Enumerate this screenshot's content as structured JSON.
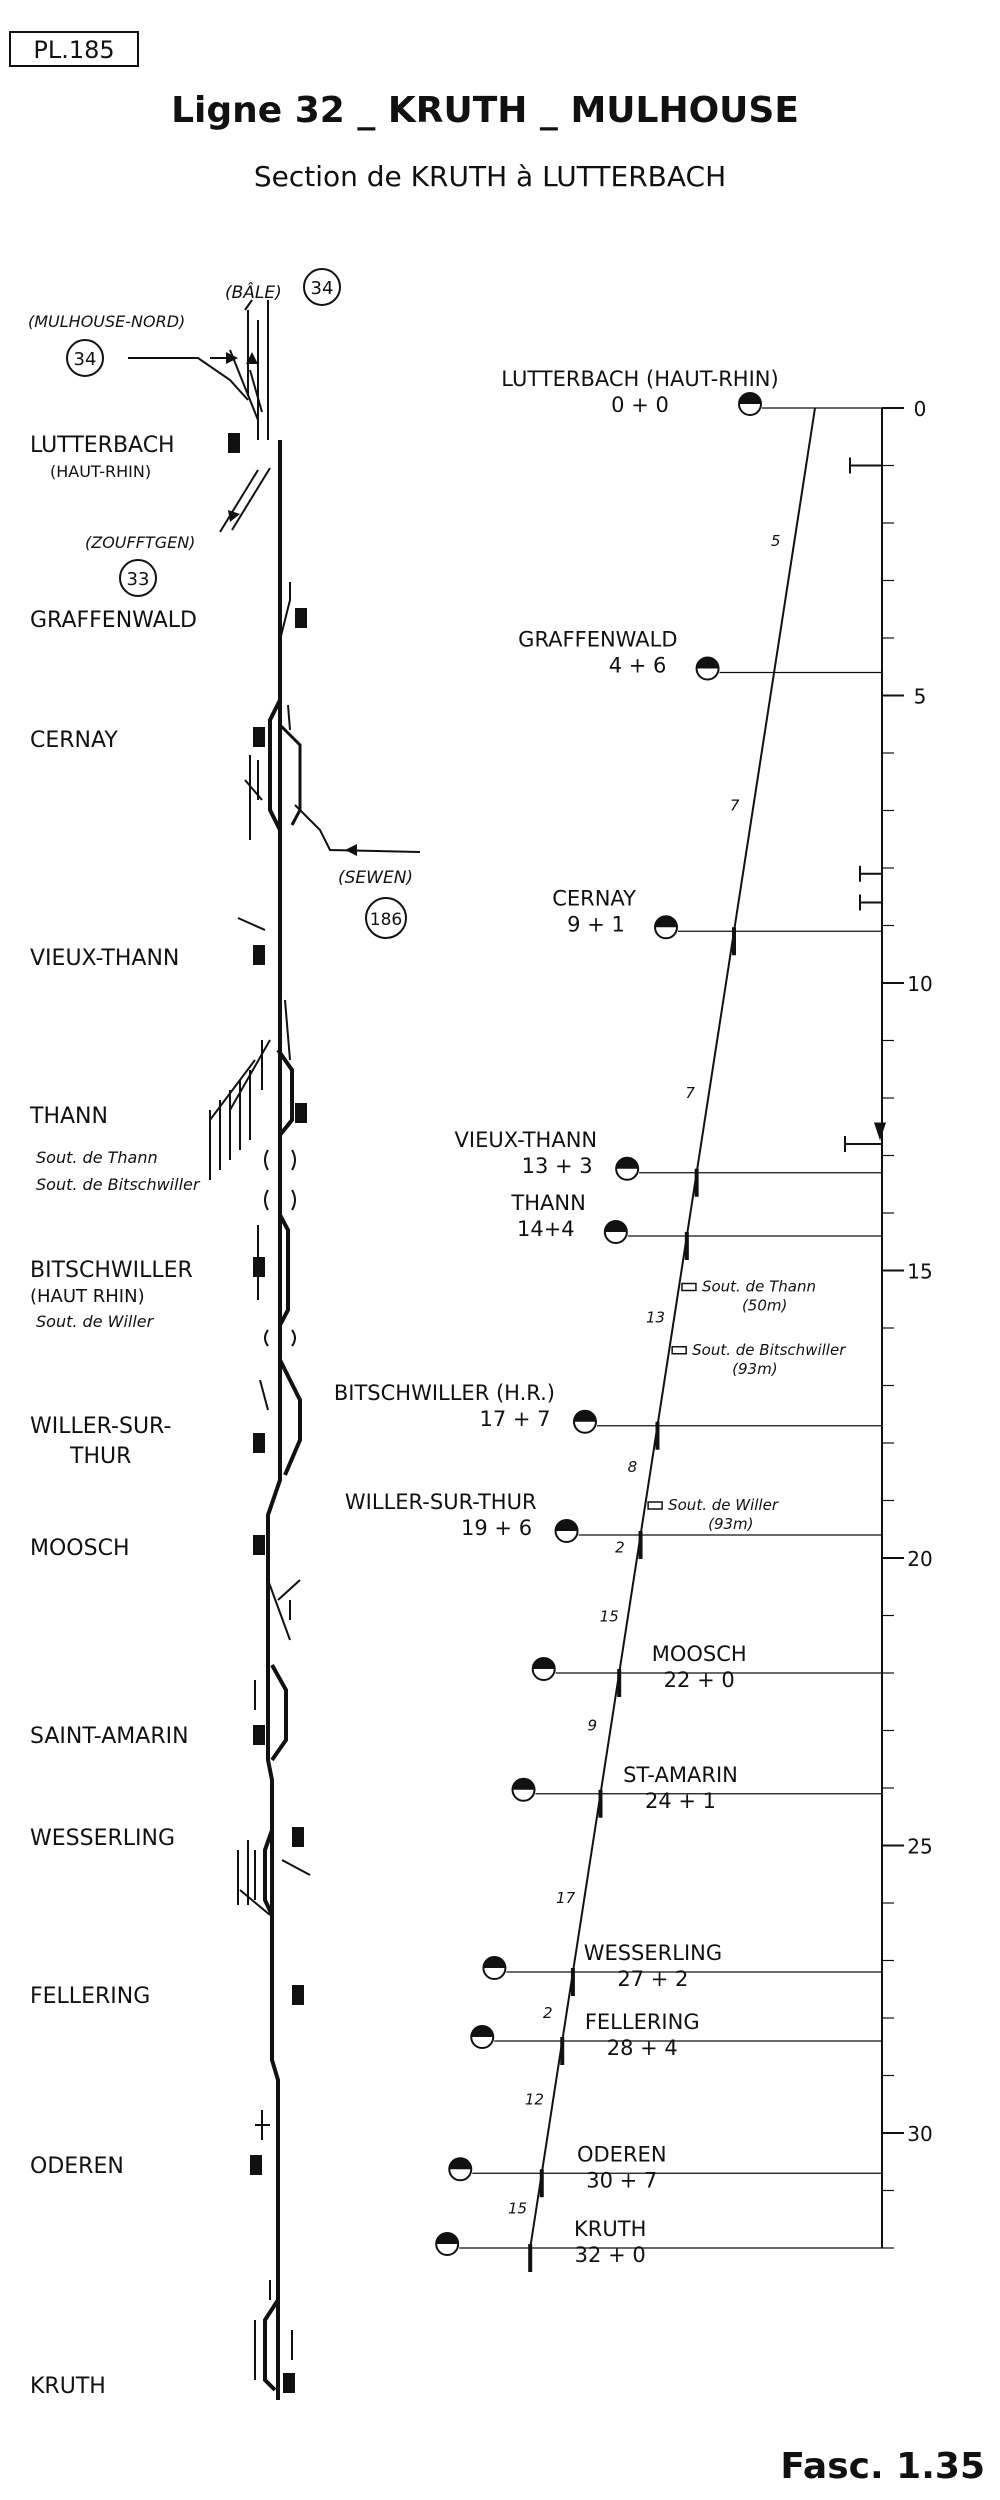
{
  "plate_id": "PL.185",
  "title": "Ligne 32 _ KRUTH _ MULHOUSE",
  "subtitle": "Section de KRUTH à LUTTERBACH",
  "fascicule": "Fasc. 1.35",
  "connections": [
    {
      "label": "(BÂLE)",
      "number": "34"
    },
    {
      "label": "(MULHOUSE-NORD)",
      "number": "34"
    },
    {
      "label": "(ZOUFFTGEN)",
      "number": "33"
    },
    {
      "label": "(SEWEN)",
      "number": "186"
    }
  ],
  "track_stations": [
    {
      "name": "LUTTERBACH",
      "sub": "(HAUT-RHIN)"
    },
    {
      "name": "GRAFFENWALD",
      "sub": ""
    },
    {
      "name": "CERNAY",
      "sub": ""
    },
    {
      "name": "VIEUX-THANN",
      "sub": ""
    },
    {
      "name": "THANN",
      "sub": ""
    },
    {
      "name": "BITSCHWILLER",
      "sub": "(HAUT RHIN)"
    },
    {
      "name": "WILLER-SUR-",
      "sub": "THUR"
    },
    {
      "name": "MOOSCH",
      "sub": ""
    },
    {
      "name": "SAINT-AMARIN",
      "sub": ""
    },
    {
      "name": "WESSERLING",
      "sub": ""
    },
    {
      "name": "FELLERING",
      "sub": ""
    },
    {
      "name": "ODEREN",
      "sub": ""
    },
    {
      "name": "KRUTH",
      "sub": ""
    }
  ],
  "track_tunnels": [
    "Sout. de Thann",
    "Sout. de Bitschwiller",
    "Sout. de Willer"
  ],
  "profile_stations": [
    {
      "name": "LUTTERBACH",
      "suffix": "(HAUT-RHIN)",
      "pk": "0 + 0",
      "km": 0
    },
    {
      "name": "GRAFFENWALD",
      "suffix": "",
      "pk": "4 + 6",
      "km": 4.6
    },
    {
      "name": "CERNAY",
      "suffix": "",
      "pk": "9 + 1",
      "km": 9.1
    },
    {
      "name": "VIEUX-THANN",
      "suffix": "",
      "pk": "13 + 3",
      "km": 13.3
    },
    {
      "name": "THANN",
      "suffix": "",
      "pk": "14+4",
      "km": 14.4
    },
    {
      "name": "BITSCHWILLER",
      "suffix": "(H.R.)",
      "pk": "17 + 7",
      "km": 17.7
    },
    {
      "name": "WILLER-SUR-THUR",
      "suffix": "",
      "pk": "19 + 6",
      "km": 19.6
    },
    {
      "name": "MOOSCH",
      "suffix": "",
      "pk": "22 + 0",
      "km": 22.0
    },
    {
      "name": "ST-AMARIN",
      "suffix": "",
      "pk": "24 + 1",
      "km": 24.1
    },
    {
      "name": "WESSERLING",
      "suffix": "",
      "pk": "27 + 2",
      "km": 27.2
    },
    {
      "name": "FELLERING",
      "suffix": "",
      "pk": "28 + 4",
      "km": 28.4
    },
    {
      "name": "ODEREN",
      "suffix": "",
      "pk": "30 + 7",
      "km": 30.7
    },
    {
      "name": "KRUTH",
      "suffix": "",
      "pk": "32 + 0",
      "km": 32.0
    }
  ],
  "profile_tunnels": [
    {
      "name": "Sout. de Thann",
      "length": "(50m)"
    },
    {
      "name": "Sout. de Bitschwiller",
      "length": "(93m)"
    },
    {
      "name": "Sout. de Willer",
      "length": "(93m)"
    }
  ],
  "gradients": [
    "5",
    "7",
    "7",
    "13",
    "8",
    "2",
    "15",
    "9",
    "17",
    "2",
    "12",
    "15"
  ],
  "km_scale": {
    "labels": [
      "0",
      "5",
      "10",
      "15",
      "20",
      "25",
      "30"
    ],
    "min": 0,
    "max": 32
  }
}
